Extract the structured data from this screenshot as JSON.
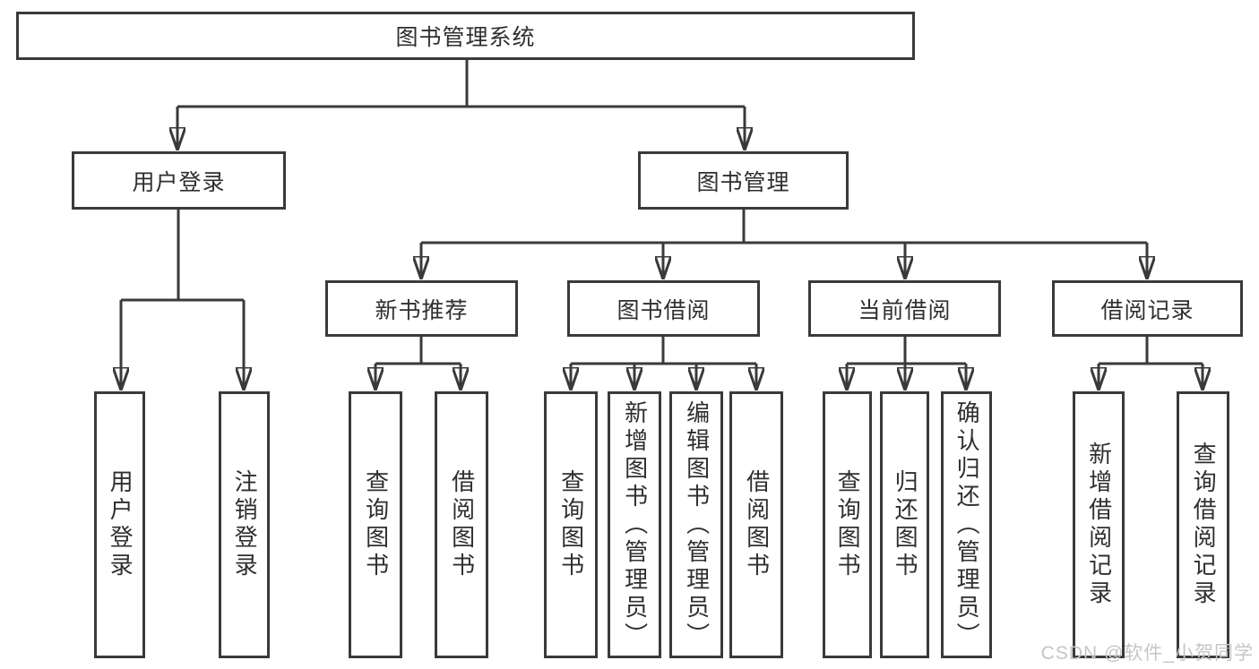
{
  "diagram_type": "hierarchy-tree",
  "tree": {
    "label": "图书管理系统",
    "children": [
      {
        "label": "用户登录",
        "children": [
          {
            "label": "用户登录"
          },
          {
            "label": "注销登录"
          }
        ]
      },
      {
        "label": "图书管理",
        "children": [
          {
            "label": "新书推荐",
            "children": [
              {
                "label": "查询图书"
              },
              {
                "label": "借阅图书"
              }
            ]
          },
          {
            "label": "图书借阅",
            "children": [
              {
                "label": "查询图书"
              },
              {
                "label": "新增图书（管理员）"
              },
              {
                "label": "编辑图书（管理员）"
              },
              {
                "label": "借阅图书"
              }
            ]
          },
          {
            "label": "当前借阅",
            "children": [
              {
                "label": "查询图书"
              },
              {
                "label": "归还图书"
              },
              {
                "label": "确认归还（管理员）"
              }
            ]
          },
          {
            "label": "借阅记录",
            "children": [
              {
                "label": "新增借阅记录"
              },
              {
                "label": "查询借阅记录"
              }
            ]
          }
        ]
      }
    ]
  },
  "watermark": "CSDN @软件_小贺同学",
  "colors": {
    "line": "#3a3a3a",
    "box_border": "#3a3a3a",
    "text": "#2f2f2f",
    "watermark": "#c6c6c6",
    "background": "#ffffff"
  }
}
